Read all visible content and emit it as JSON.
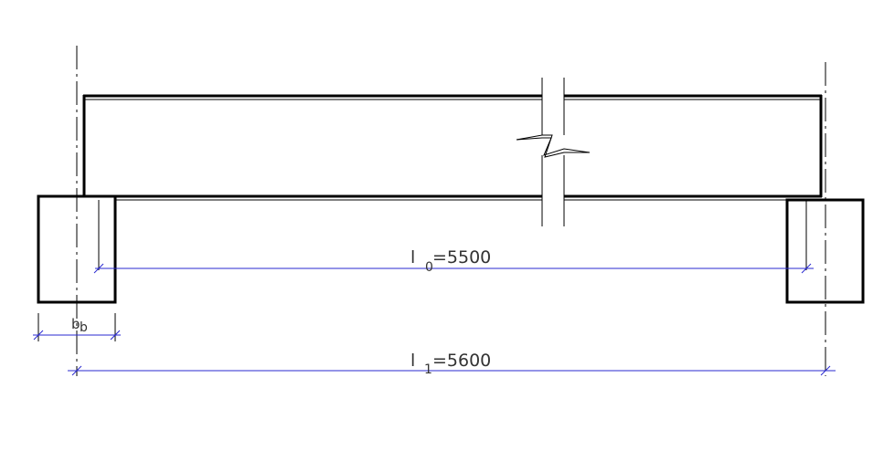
{
  "dimensions": {
    "clear_span": {
      "symbol": "l",
      "subscript": "0",
      "value_text": "=5500"
    },
    "design_span": {
      "symbol": "l",
      "subscript": "1",
      "value_text": "=5600"
    },
    "support_width": {
      "symbol": "b",
      "subscript": "b"
    }
  },
  "colors": {
    "outline": "#000000",
    "dimension_line": "#2a2ad0",
    "centerline": "#000000",
    "text": "#333333"
  }
}
